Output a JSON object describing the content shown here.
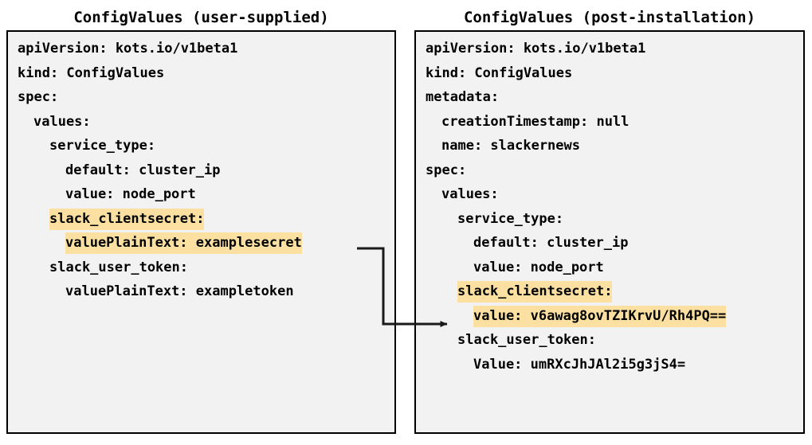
{
  "panels": [
    {
      "title": "ConfigValues (user-supplied)",
      "lines": [
        {
          "indent": 0,
          "segments": [
            {
              "text": "apiVersion: kots.io/v1beta1",
              "highlight": false
            }
          ]
        },
        {
          "indent": 0,
          "segments": [
            {
              "text": "kind: ConfigValues",
              "highlight": false
            }
          ]
        },
        {
          "indent": 0,
          "segments": [
            {
              "text": "spec:",
              "highlight": false
            }
          ]
        },
        {
          "indent": 1,
          "segments": [
            {
              "text": "values:",
              "highlight": false
            }
          ]
        },
        {
          "indent": 2,
          "segments": [
            {
              "text": "service_type:",
              "highlight": false
            }
          ]
        },
        {
          "indent": 3,
          "segments": [
            {
              "text": "default: cluster_ip",
              "highlight": false
            }
          ]
        },
        {
          "indent": 3,
          "segments": [
            {
              "text": "value: node_port",
              "highlight": false
            }
          ]
        },
        {
          "indent": 2,
          "segments": [
            {
              "text": "slack_clientsecret:",
              "highlight": true
            }
          ]
        },
        {
          "indent": 3,
          "segments": [
            {
              "text": "valuePlainText: examplesecret",
              "highlight": true
            }
          ]
        },
        {
          "indent": 2,
          "segments": [
            {
              "text": "slack_user_token:",
              "highlight": false
            }
          ]
        },
        {
          "indent": 3,
          "segments": [
            {
              "text": "valuePlainText: exampletoken",
              "highlight": false
            }
          ]
        }
      ]
    },
    {
      "title": "ConfigValues (post-installation)",
      "lines": [
        {
          "indent": 0,
          "segments": [
            {
              "text": "apiVersion: kots.io/v1beta1",
              "highlight": false
            }
          ]
        },
        {
          "indent": 0,
          "segments": [
            {
              "text": "kind: ConfigValues",
              "highlight": false
            }
          ]
        },
        {
          "indent": 0,
          "segments": [
            {
              "text": "metadata:",
              "highlight": false
            }
          ]
        },
        {
          "indent": 1,
          "segments": [
            {
              "text": "creationTimestamp: null",
              "highlight": false
            }
          ]
        },
        {
          "indent": 1,
          "segments": [
            {
              "text": "name: slackernews",
              "highlight": false
            }
          ]
        },
        {
          "indent": 0,
          "segments": [
            {
              "text": "spec:",
              "highlight": false
            }
          ]
        },
        {
          "indent": 1,
          "segments": [
            {
              "text": "values:",
              "highlight": false
            }
          ]
        },
        {
          "indent": 2,
          "segments": [
            {
              "text": "service_type:",
              "highlight": false
            }
          ]
        },
        {
          "indent": 3,
          "segments": [
            {
              "text": "default: cluster_ip",
              "highlight": false
            }
          ]
        },
        {
          "indent": 3,
          "segments": [
            {
              "text": "value: node_port",
              "highlight": false
            }
          ]
        },
        {
          "indent": 2,
          "segments": [
            {
              "text": "slack_clientsecret:",
              "highlight": true
            }
          ]
        },
        {
          "indent": 3,
          "segments": [
            {
              "text": "value: v6awag8ovTZIKrvU/Rh4PQ==",
              "highlight": true
            }
          ]
        },
        {
          "indent": 2,
          "segments": [
            {
              "text": "slack_user_token:",
              "highlight": false
            }
          ]
        },
        {
          "indent": 3,
          "segments": [
            {
              "text": "Value: umRXcJhJAl2i5g3jS4=",
              "highlight": false
            }
          ]
        }
      ]
    }
  ],
  "connector": {
    "label": "mapping-arrow",
    "color": "#1a1a1a",
    "from": "valuePlainText: examplesecret",
    "to": "value: v6awag8ovTZIKrvU/Rh4PQ=="
  },
  "colors": {
    "highlight": "#fce0a2",
    "panel_background": "#f2f2f2",
    "panel_border": "#000000",
    "text": "#000000",
    "page_background": "#ffffff"
  }
}
